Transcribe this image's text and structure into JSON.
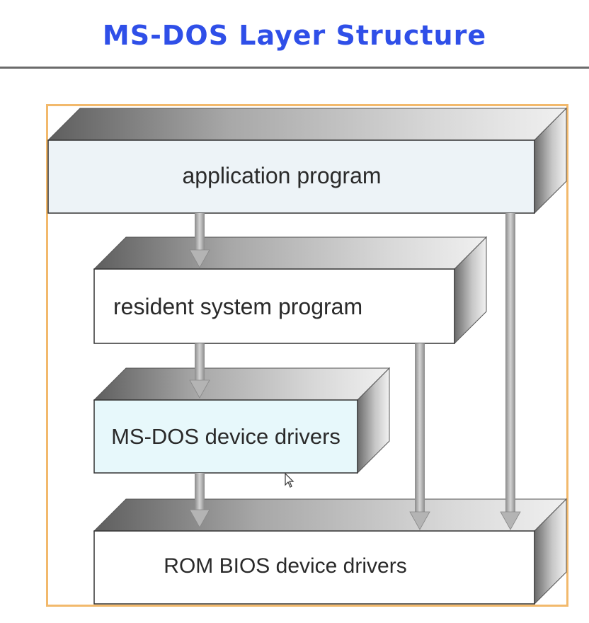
{
  "title": "MS-DOS Layer Structure",
  "layers": [
    {
      "label": "application program"
    },
    {
      "label": "resident system program"
    },
    {
      "label": "MS-DOS device drivers"
    },
    {
      "label": "ROM BIOS device drivers"
    }
  ],
  "colors": {
    "title": "#2f4fe8",
    "frame_border": "#f2b96c",
    "application_face": "#edf3f7",
    "resident_face": "#ffffff",
    "msdos_drivers_face": "#e7f8fb",
    "rom_bios_face": "#ffffff",
    "arrow": "#a8a8a8"
  }
}
